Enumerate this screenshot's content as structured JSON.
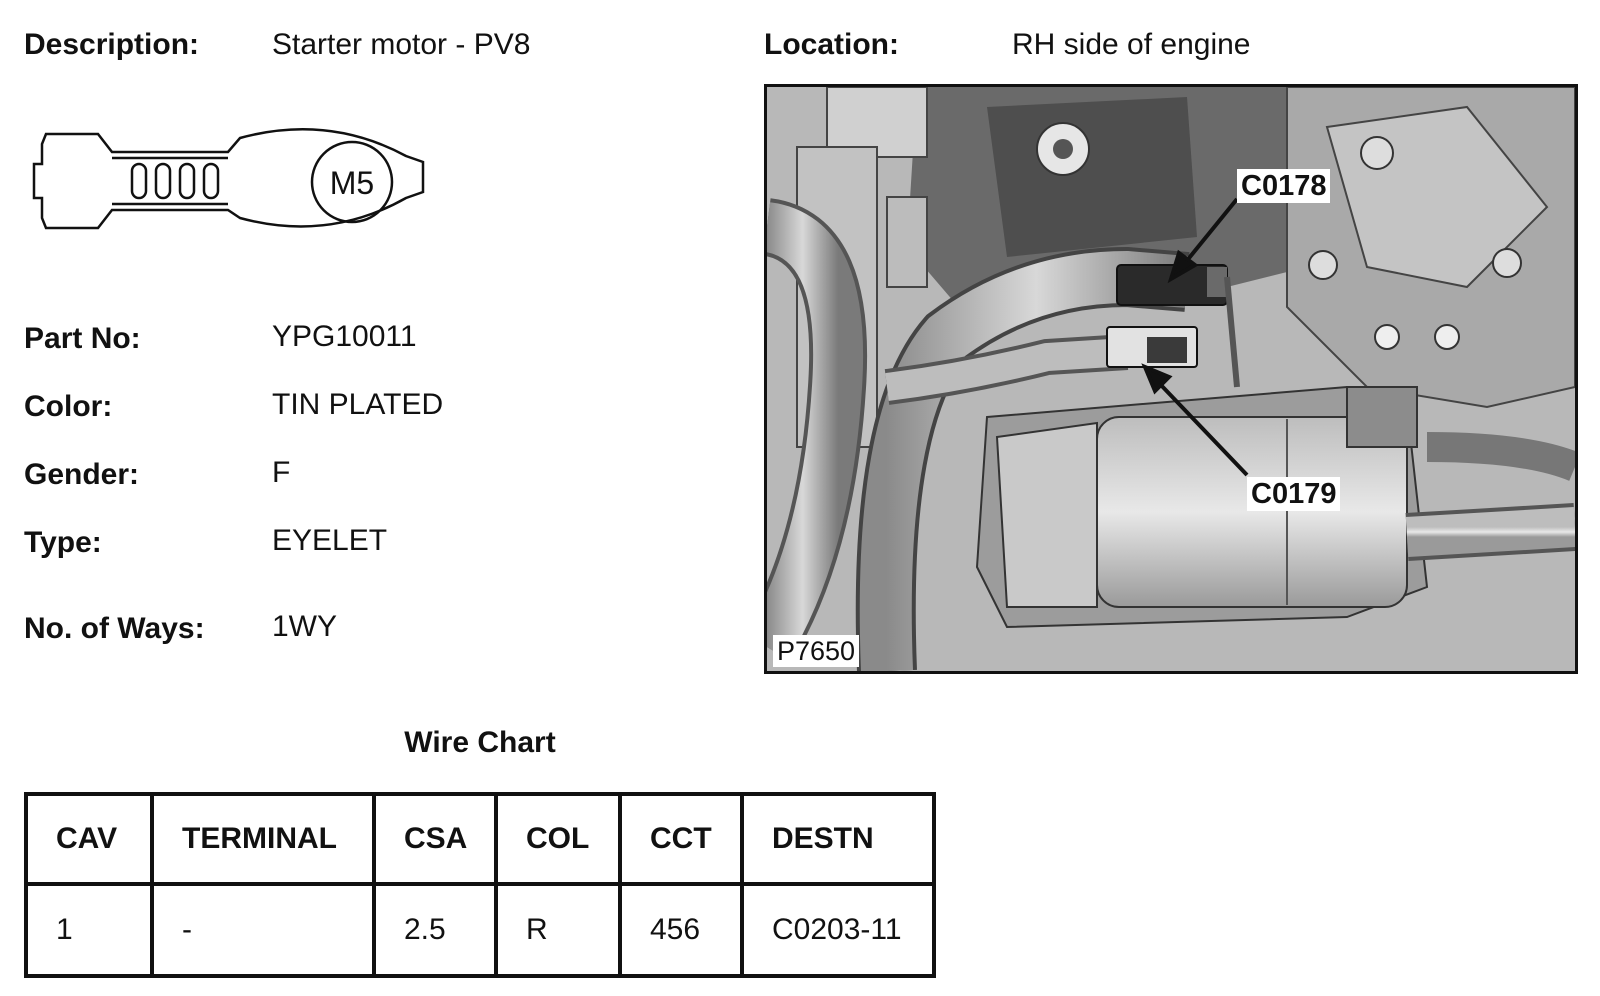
{
  "header": {
    "description_label": "Description:",
    "description_value": "Starter motor - PV8",
    "location_label": "Location:",
    "location_value": "RH side of engine"
  },
  "terminal_drawing": {
    "size_mark": "M5"
  },
  "details": [
    {
      "label": "Part No:",
      "value": "YPG10011"
    },
    {
      "label": "Color:",
      "value": "TIN PLATED"
    },
    {
      "label": "Gender:",
      "value": "F"
    },
    {
      "label": "Type:",
      "value": "EYELET"
    },
    {
      "label": "No. of Ways:",
      "value": "1WY"
    }
  ],
  "photo": {
    "id": "P7650",
    "callouts": [
      "C0178",
      "C0179"
    ]
  },
  "wire_chart": {
    "title": "Wire Chart",
    "columns": [
      "CAV",
      "TERMINAL",
      "CSA",
      "COL",
      "CCT",
      "DESTN"
    ],
    "rows": [
      [
        "1",
        "-",
        "2.5",
        "R",
        "456",
        "C0203-11"
      ]
    ]
  }
}
